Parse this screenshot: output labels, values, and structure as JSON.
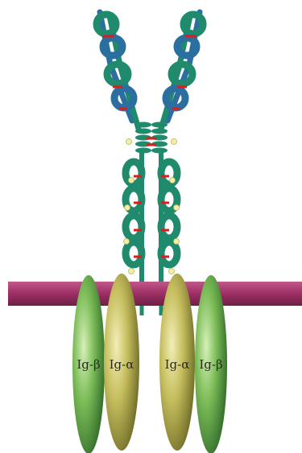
{
  "diagram": {
    "membrane": {
      "color": "#9c2f64",
      "highlight": "#c85a8e"
    },
    "heavy_chain_color": "#1f8a6c",
    "light_chain_color": "#2a6fa0",
    "disulfide_color": "#e01b1b",
    "glycan_color": "#f3ef9e",
    "subunits": [
      {
        "label": "Ig-β",
        "color": "#74b354"
      },
      {
        "label": "Ig-α",
        "color": "#c4bc5c"
      },
      {
        "label": "Ig-α",
        "color": "#c4bc5c"
      },
      {
        "label": "Ig-β",
        "color": "#74b354"
      }
    ]
  }
}
